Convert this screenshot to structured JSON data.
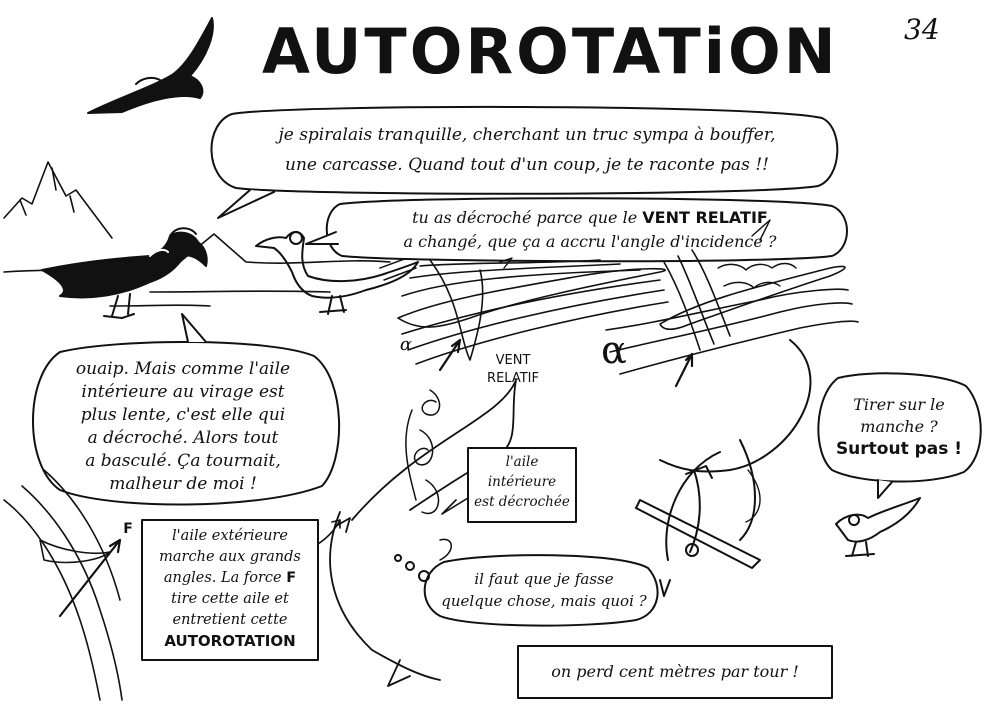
{
  "title": "AUTOROTATiON",
  "page_number": "34",
  "balloons": {
    "condor": {
      "line1": "je spiralais tranquille, cherchant un truc sympa à bouffer,",
      "line2": "une carcasse. Quand tout d'un coup, je te raconte pas !!"
    },
    "question": {
      "line1_pre": "tu as décroché parce que le",
      "line1_bold": "VENT RELATIF",
      "line2": "a changé, que ça a accru l'angle d'incidence ?"
    },
    "reply": {
      "lines": [
        "ouaip. Mais comme l'aile",
        "intérieure au virage est",
        "plus lente, c'est elle qui",
        "a décroché. Alors tout",
        "a basculé. Ça tournait,",
        "malheur de moi !"
      ]
    },
    "small_bird": {
      "line1": "Tirer sur le",
      "line2": "manche ?",
      "line3": "Surtout pas !"
    },
    "thought": {
      "line1": "il faut que je fasse",
      "line2": "quelque chose, mais quoi ?"
    }
  },
  "boxes": {
    "outer_wing": {
      "lines": [
        "l'aile extérieure",
        "marche aux grands"
      ],
      "line3": "angles. La force",
      "force": "F",
      "lines_end": [
        "tire cette aile et",
        "entretient cette"
      ],
      "emphasis": "AUTOROTATION"
    },
    "inner_wing": {
      "lines": [
        "l'aile",
        "intérieure",
        "est décrochée"
      ]
    },
    "loss": {
      "text": "on perd cent mètres par tour !"
    }
  },
  "labels": {
    "vent_relatif_1": "VENT",
    "vent_relatif_2": "RELATIF",
    "alpha_small": "α",
    "alpha_big": "α",
    "force_f": "F"
  }
}
